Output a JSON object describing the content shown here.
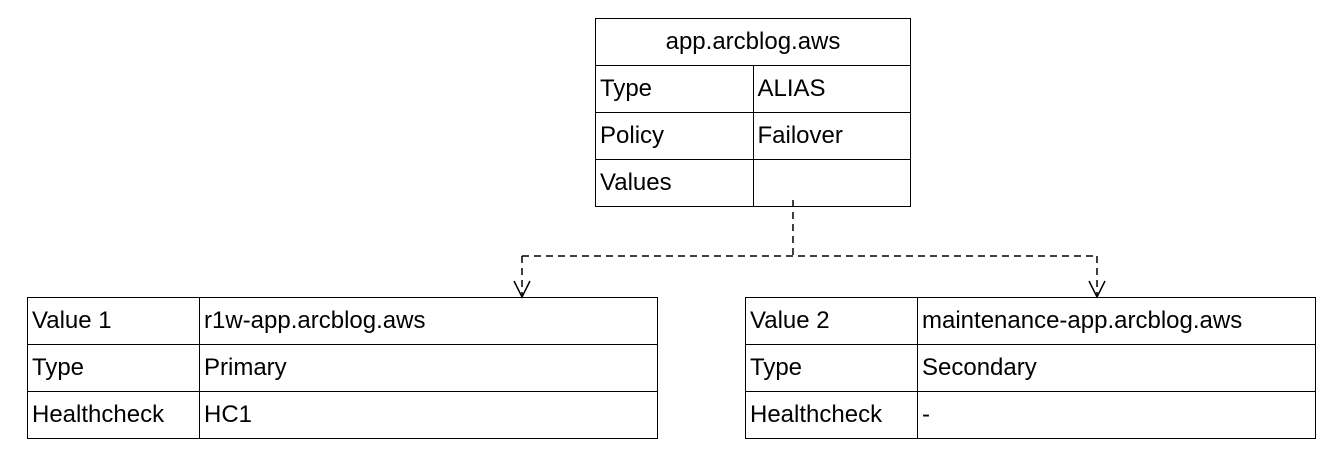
{
  "record": {
    "name": "app.arcblog.aws",
    "rows": [
      {
        "key": "Type",
        "value": "ALIAS"
      },
      {
        "key": "Policy",
        "value": "Failover"
      },
      {
        "key": "Values",
        "value": ""
      }
    ]
  },
  "values": [
    {
      "rows": [
        {
          "key": "Value 1",
          "value": "r1w-app.arcblog.aws"
        },
        {
          "key": "Type",
          "value": "Primary"
        },
        {
          "key": "Healthcheck",
          "value": "HC1"
        }
      ]
    },
    {
      "rows": [
        {
          "key": "Value 2",
          "value": "maintenance-app.arcblog.aws"
        },
        {
          "key": "Type",
          "value": "Secondary"
        },
        {
          "key": "Healthcheck",
          "value": "-"
        }
      ]
    }
  ]
}
